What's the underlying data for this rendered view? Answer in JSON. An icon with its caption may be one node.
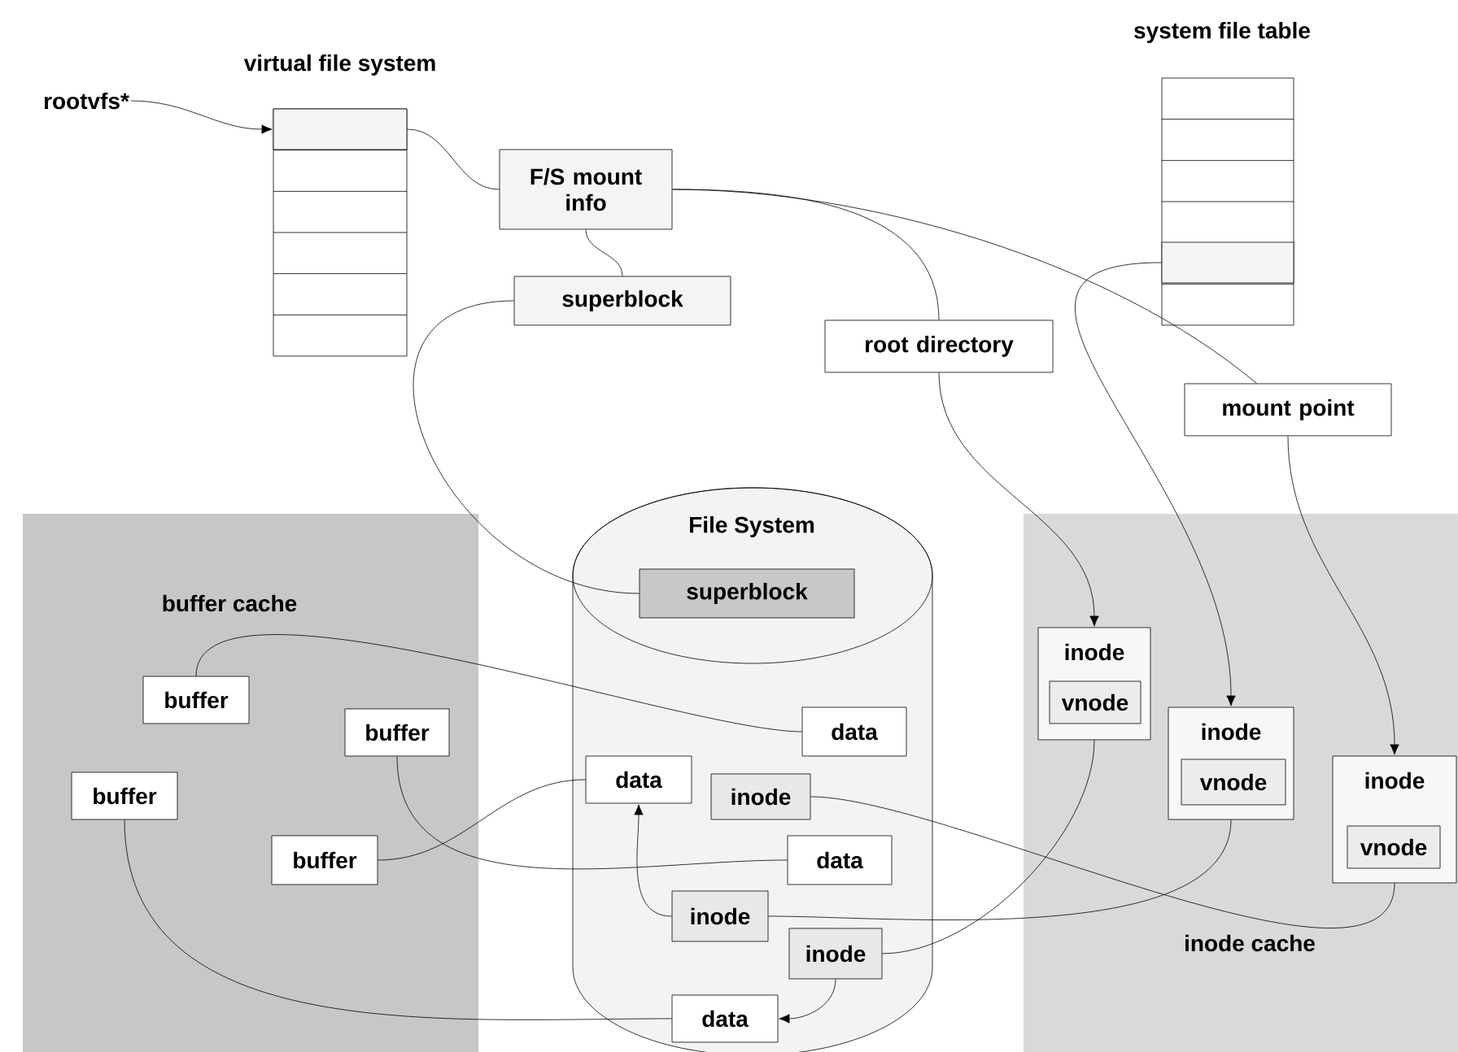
{
  "diagram": {
    "nodes": [
      {
        "text": [
          "rootvfs*"
        ]
      },
      {
        "text": [
          "virtual file system"
        ]
      },
      {
        "text": [],
        "shape": "box",
        "in": 1
      },
      {
        "text": [
          "F/S mount info"
        ]
      },
      {
        "text": [
          "superblock"
        ]
      },
      {
        "text": [
          "system file table"
        ]
      },
      {
        "text": [],
        "shape": "box",
        "in": 5
      },
      {
        "text": [
          "root directory"
        ]
      },
      {
        "text": [
          "mount point"
        ]
      },
      {
        "text": [
          "buffer cache"
        ]
      },
      {
        "text": [
          "File System"
        ]
      },
      {
        "text": [
          "superblock"
        ],
        "in": 10
      },
      {
        "text": [
          "inode cache"
        ]
      },
      {
        "text": [
          "buffer"
        ],
        "in": 9
      },
      {
        "text": [
          "buffer"
        ],
        "in": 9
      },
      {
        "text": [
          "buffer"
        ],
        "in": 9
      },
      {
        "text": [
          "buffer"
        ],
        "in": 9
      },
      {
        "text": [
          "data"
        ],
        "in": 10
      },
      {
        "text": [
          "data"
        ],
        "in": 10
      },
      {
        "text": [
          "inode"
        ],
        "in": 10
      },
      {
        "text": [
          "data"
        ],
        "in": 10
      },
      {
        "text": [
          "inode"
        ],
        "in": 10
      },
      {
        "text": [
          "inode"
        ],
        "in": 10
      },
      {
        "text": [
          "data"
        ],
        "in": 10
      },
      {
        "text": [
          "inode"
        ],
        "in": 12
      },
      {
        "text": [
          "vnode"
        ],
        "in": 24
      },
      {
        "text": [
          "inode"
        ],
        "in": 12
      },
      {
        "text": [
          "vnode"
        ],
        "in": 26
      },
      {
        "text": [
          "inode"
        ],
        "in": 12
      },
      {
        "text": [
          "vnode"
        ],
        "in": 28
      }
    ],
    "edges": [
      {
        "from": 0,
        "to": 2,
        "arrow": "to"
      },
      {
        "from": 2,
        "to": 3,
        "arrow": "none"
      },
      {
        "from": 3,
        "to": 4,
        "arrow": "none"
      },
      {
        "from": 4,
        "to": 11,
        "arrow": "none"
      },
      {
        "from": 3,
        "to": 7,
        "arrow": "none"
      },
      {
        "from": 7,
        "to": 24,
        "arrow": "to"
      },
      {
        "from": 3,
        "to": 8,
        "arrow": "none"
      },
      {
        "from": 8,
        "to": 28,
        "arrow": "to"
      },
      {
        "from": 6,
        "to": 26,
        "arrow": "to"
      },
      {
        "from": 13,
        "to": 17,
        "arrow": "none"
      },
      {
        "from": 14,
        "to": 20,
        "arrow": "none"
      },
      {
        "from": 16,
        "to": 18,
        "arrow": "none"
      },
      {
        "from": 15,
        "to": 23,
        "arrow": "none"
      },
      {
        "from": 21,
        "to": 18,
        "arrow": "to"
      },
      {
        "from": 22,
        "to": 23,
        "arrow": "to"
      },
      {
        "from": 19,
        "to": 28,
        "arrow": "none"
      },
      {
        "from": 21,
        "to": 26,
        "arrow": "none"
      },
      {
        "from": 22,
        "to": 24,
        "arrow": "none"
      }
    ]
  }
}
